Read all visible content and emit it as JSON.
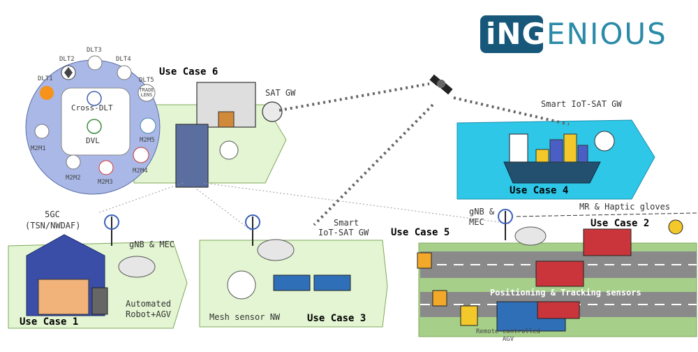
{
  "logo": {
    "part1": "iNG",
    "part2": "ENIOUS",
    "color_box": "#16577a",
    "color_text": "#2a8aa8"
  },
  "use_cases": {
    "uc1": "Use Case 1",
    "uc2": "Use Case 2",
    "uc3": "Use Case 3",
    "uc4": "Use Case 4",
    "uc5": "Use Case 5",
    "uc6": "Use Case 6"
  },
  "labels": {
    "sat_gw": "SAT GW",
    "smart_iot_sat_gw_top": "Smart IoT-SAT GW",
    "smart_iot_sat_gw_mid_1": "Smart",
    "smart_iot_sat_gw_mid_2": "IoT-SAT GW",
    "five_gc_1": "5GC",
    "five_gc_2": "(TSN/NWDAF)",
    "gnb_mec_left": "gNB & MEC",
    "automated_1": "Automated",
    "automated_2": "Robot+AGV",
    "mesh": "Mesh sensor NW",
    "gnb_right_1": "gNB &",
    "gnb_right_2": "MEC",
    "mr_haptic": "MR & Haptic gloves",
    "positioning": "Positioning & Tracking sensors",
    "remote_1": "Remote controlled",
    "remote_2": "AGV"
  },
  "dlt_circle": {
    "cross_dlt": "Cross-DLT",
    "dvl": "DVL",
    "trade_lens": "TRADE LENS",
    "nodes": [
      "DLT1",
      "DLT2",
      "DLT3",
      "DLT4",
      "DLT5",
      "M2M1",
      "M2M2",
      "M2M3",
      "M2M4",
      "M2M5"
    ]
  },
  "colors": {
    "zone_green": "#e3f5d2",
    "zone_blue": "#2ec7e8",
    "dlt_circle": "#a9b8e6",
    "container_red": "#c9353a",
    "container_blue": "#2f6fb8",
    "link_dotted": "#666666"
  }
}
